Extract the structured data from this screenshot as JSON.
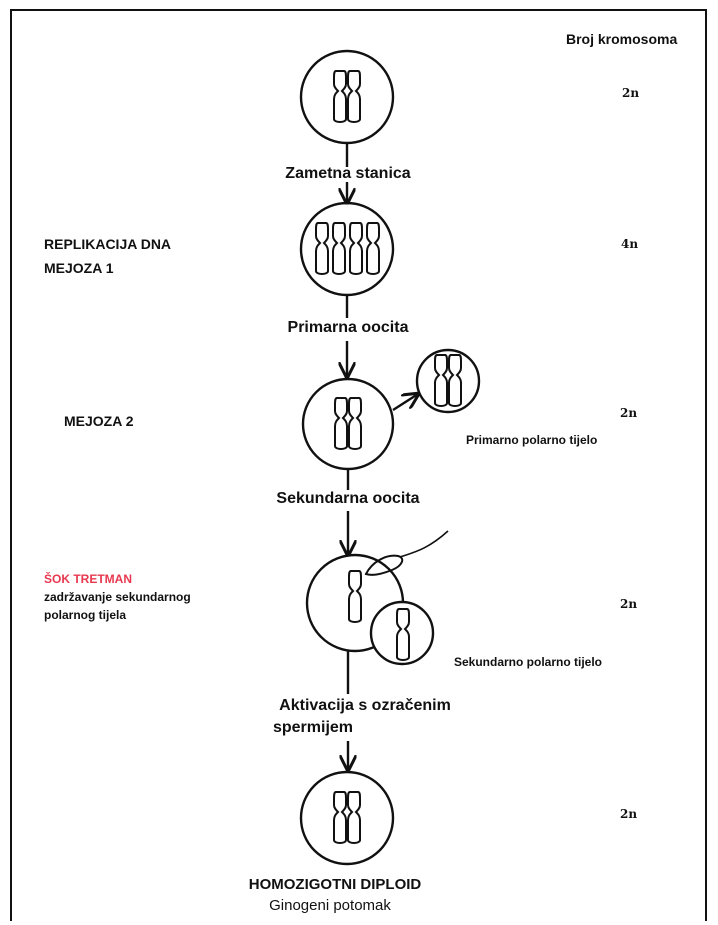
{
  "header": {
    "column_title": "Broj kromosoma"
  },
  "stages": [
    {
      "cell_label": "Zametna stanica",
      "count": "2n",
      "phase": ""
    },
    {
      "cell_label": "Primarna oocita",
      "count": "4n",
      "phase_line1": "REPLIKACIJA DNA",
      "phase_line2": "MEJOZA 1"
    },
    {
      "cell_label": "Sekundarna oocita",
      "count": "2n",
      "phase": "MEJOZA 2",
      "side_label": "Primarno polarno tijelo"
    },
    {
      "cell_label_line1": "Aktivacija s ozračenim",
      "cell_label_line2": "spermijem",
      "count": "2n",
      "side_label": "Sekundarno polarno tijelo",
      "shock_title": "ŠOK TRETMAN",
      "shock_line1": "zadržavanje sekundarnog",
      "shock_line2": "polarnog tijela"
    },
    {
      "cell_label_line1": "HOMOZIGOTNI DIPLOID",
      "cell_label_line2": "Ginogeni potomak",
      "count": "2n"
    }
  ],
  "colors": {
    "line": "#111111",
    "accent": "#e8384f"
  }
}
